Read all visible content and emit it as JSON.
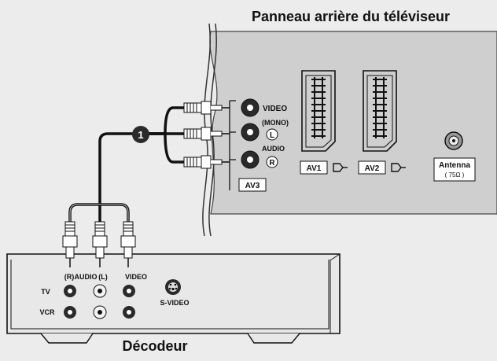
{
  "tv_panel": {
    "title": "Panneau arrière du téléviseur",
    "jack_labels": {
      "video": "VIDEO",
      "mono": "(MONO)",
      "audio": "AUDIO"
    },
    "jack_letters": {
      "left": "L",
      "right": "R"
    },
    "av3_label": "AV3",
    "av1_label": "AV1",
    "av2_label": "AV2",
    "antenna_label": "Antenna",
    "antenna_sub": "( 75Ω )"
  },
  "callout": {
    "number": "1"
  },
  "decoder": {
    "title": "Décodeur",
    "top_labels": {
      "r": "(R)",
      "audio": "AUDIO",
      "l": "(L)",
      "video": "VIDEO"
    },
    "row_labels": {
      "tv": "TV",
      "vcr": "VCR"
    },
    "svideo_label": "S-VIDEO"
  },
  "colors": {
    "panel": "#cfcfcf",
    "background": "#ececec",
    "line": "#1a1a1a",
    "callout": "#2b2b2b"
  }
}
